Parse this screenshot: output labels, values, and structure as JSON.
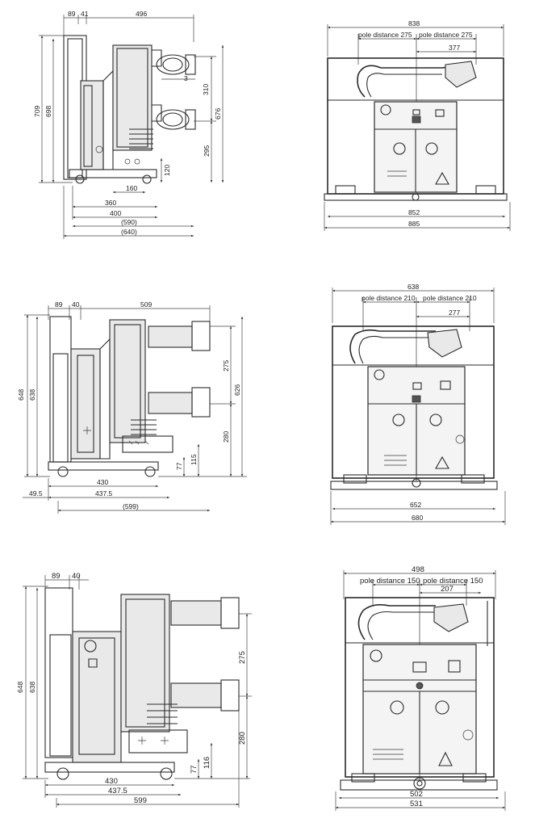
{
  "drawings": [
    {
      "side_view": {
        "widths_top": [
          "89",
          "41",
          "496"
        ],
        "heights_left": [
          "709",
          "698"
        ],
        "heights_right": [
          "310",
          "676",
          "295",
          "120"
        ],
        "small_mark": "3",
        "widths_bottom": [
          "160",
          "360",
          "400",
          "(590)",
          "(640)"
        ]
      },
      "front_view": {
        "overall_width": "838",
        "pole_distance_1": "pole distance 275",
        "pole_distance_2": "pole distance 275",
        "inner_width": "377",
        "widths_bottom": [
          "852",
          "885"
        ]
      }
    },
    {
      "side_view": {
        "widths_top": [
          "89",
          "40",
          "509"
        ],
        "heights_left": [
          "648",
          "638"
        ],
        "heights_right": [
          "275",
          "626",
          "280",
          "115",
          "77"
        ],
        "widths_bottom": [
          "49.5",
          "430",
          "437.5",
          "(599)"
        ]
      },
      "front_view": {
        "overall_width": "638",
        "pole_distance_1": "pole distance 210",
        "pole_distance_2": "pole distance 210",
        "inner_width": "277",
        "widths_bottom": [
          "652",
          "680"
        ]
      }
    },
    {
      "side_view": {
        "widths_top": [
          "89",
          "40"
        ],
        "heights_left": [
          "648",
          "638"
        ],
        "heights_right": [
          "275",
          "280",
          "116",
          "77"
        ],
        "widths_bottom": [
          "430",
          "437.5",
          "599"
        ]
      },
      "front_view": {
        "overall_width": "498",
        "pole_distance_1": "pole distance 150",
        "pole_distance_2": "pole distance 150",
        "inner_width": "207",
        "widths_bottom": [
          "502",
          "531"
        ]
      }
    }
  ]
}
